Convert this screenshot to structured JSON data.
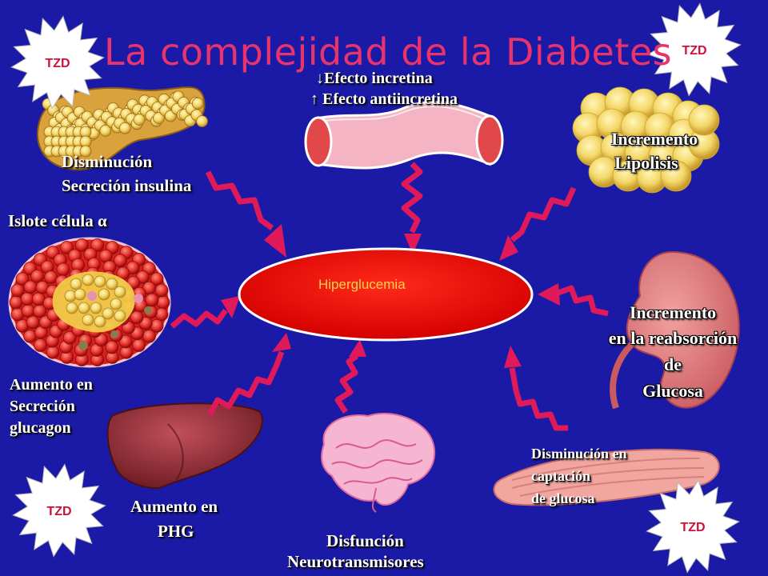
{
  "title": "La complejidad de la Diabetes",
  "center": {
    "label": "Hiperglucemia"
  },
  "incretin": {
    "line1": "↓Efecto incretina",
    "line2": "↑ Efecto antiincretina"
  },
  "pancreas": {
    "line1": "Disminución",
    "line2": "Secreción insulina"
  },
  "islet": {
    "label": "Islote célula α"
  },
  "glucagon": {
    "line1": "Aumento en",
    "line2": "Secreción",
    "line3": "glucagon"
  },
  "liver": {
    "line1": "Aumento en",
    "line2": "PHG"
  },
  "brain": {
    "line1": "Disfunción",
    "line2": "Neurotransmisores"
  },
  "muscle": {
    "line1": "Disminución en",
    "line2": "captación",
    "line3": "de glucosa"
  },
  "kidney": {
    "line1": "Incremento",
    "line2": "en la reabsorción",
    "line3": "de",
    "line4": "Glucosa"
  },
  "fat": {
    "line1": "Incremento",
    "line2": "Lipolisis"
  },
  "badges": {
    "top_left": "TZD",
    "top_right": "TZD",
    "bottom_left": "TZD",
    "bottom_right": "TZD"
  },
  "colors": {
    "background": "#1a1aa6",
    "title": "#e8336b",
    "arrow": "#e01a5a",
    "center_fill": "#ee0000",
    "center_text": "#ffd24a",
    "badge_text": "#d0103a"
  }
}
